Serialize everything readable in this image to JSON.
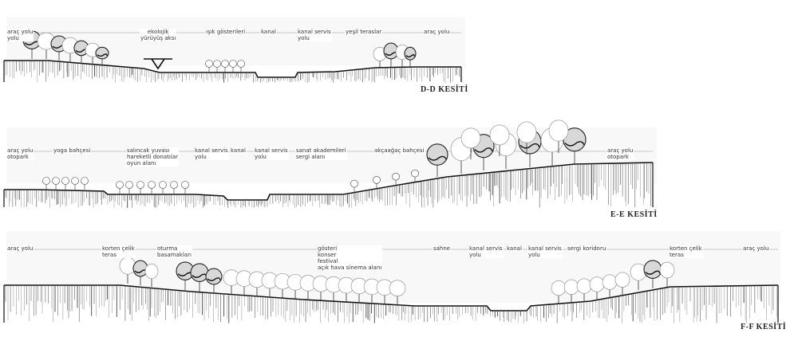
{
  "sections": [
    {
      "title": "D-D KESİTİ",
      "labels": [
        "araç yolu\nyolu",
        "ekolojik\nyürüyüş aksı",
        "ışık gösterileri",
        "kanal",
        "kanal servis\nyolu",
        "yeşil teraslar",
        "araç yolu"
      ]
    },
    {
      "title": "E-E KESİTİ",
      "labels": [
        "araç yolu\notopark",
        "yoga bahçesi",
        "salıncak yuvası\nhareketli donatılar\noyun alanı",
        "kanal servis\nyolu",
        "kanal",
        "kanal servis\nyolu",
        "sanat akademileri\nsergi alanı",
        "akçaağaç bahçesi",
        "araç yolu\notopark"
      ]
    },
    {
      "title": "F-F KESİTİ",
      "labels": [
        "araç yolu",
        "korten çelik\nteras",
        "oturma\nbasamakları",
        "gösteri\nkonser\nfestival\naçık hava sinema alanı",
        "sahne",
        "kanal servis\nyolu",
        "kanal",
        "kanal servis\nyolu",
        "sergi koridoru",
        "korten çelik\nteras",
        "araç yolu"
      ]
    }
  ]
}
